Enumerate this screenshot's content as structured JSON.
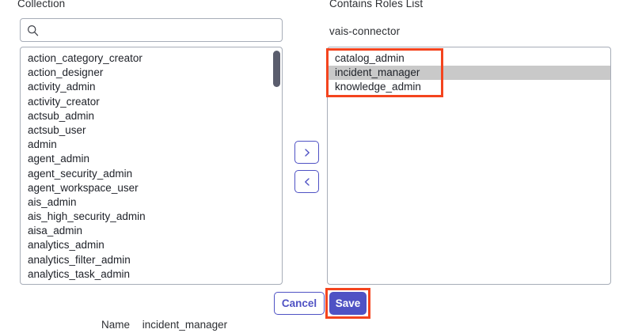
{
  "left_panel": {
    "label": "Collection",
    "search": {
      "value": "",
      "placeholder": "",
      "icon": "search-icon"
    },
    "items": [
      "action_category_creator",
      "action_designer",
      "activity_admin",
      "activity_creator",
      "actsub_admin",
      "actsub_user",
      "admin",
      "agent_admin",
      "agent_security_admin",
      "agent_workspace_user",
      "ais_admin",
      "ais_high_security_admin",
      "aisa_admin",
      "analytics_admin",
      "analytics_filter_admin",
      "analytics_task_admin"
    ]
  },
  "transfer": {
    "move_right_label": "›",
    "move_left_label": "‹",
    "move_right_icon": "chevron-right-icon",
    "move_left_icon": "chevron-left-icon"
  },
  "right_panel": {
    "label": "Contains Roles List",
    "subject": "vais-connector",
    "items": [
      {
        "label": "catalog_admin",
        "selected": false
      },
      {
        "label": "incident_manager",
        "selected": true
      },
      {
        "label": "knowledge_admin",
        "selected": false
      }
    ]
  },
  "footer": {
    "cancel_label": "Cancel",
    "save_label": "Save"
  },
  "name_row": {
    "label": "Name",
    "value": "incident_manager"
  },
  "colors": {
    "accent": "#4f52c4",
    "annotation": "#f4441e",
    "selected_row": "#c9c9c9",
    "border": "#a7adb8",
    "text": "#20232a"
  }
}
